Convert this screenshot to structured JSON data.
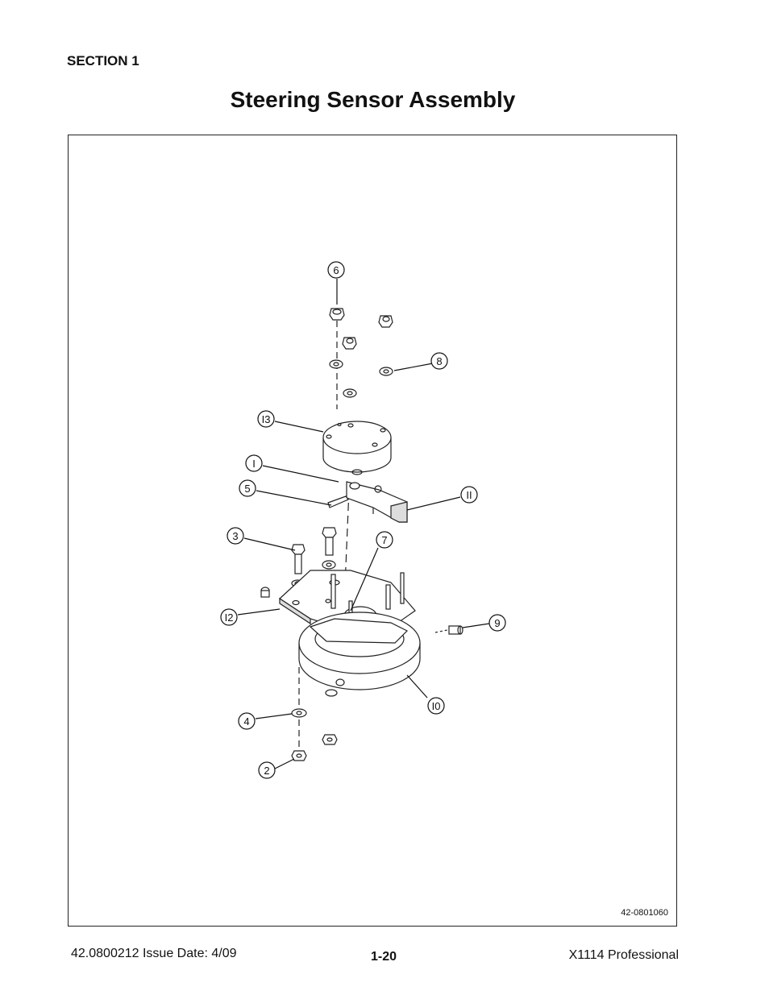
{
  "header": {
    "section": "SECTION 1",
    "title": "Steering Sensor Assembly"
  },
  "figure": {
    "id": "42-0801060",
    "callouts": [
      "6",
      "8",
      "I3",
      "I",
      "5",
      "II",
      "3",
      "7",
      "I2",
      "9",
      "I0",
      "4",
      "2"
    ]
  },
  "footer": {
    "doc_issue": "42.0800212  Issue Date: 4/09",
    "page_number": "1-20",
    "product": "X1114 Professional"
  }
}
